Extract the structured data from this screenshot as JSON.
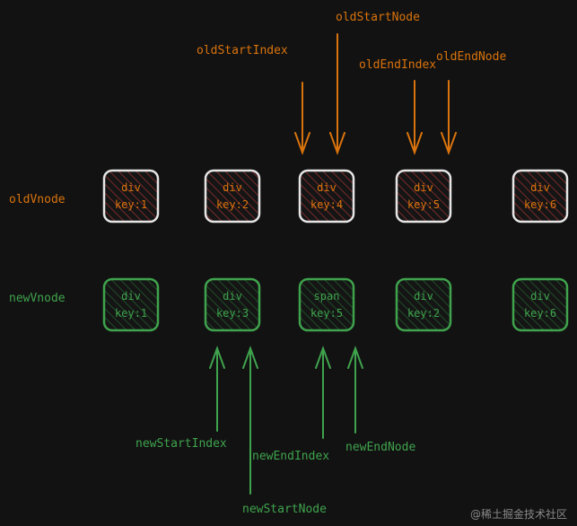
{
  "colors": {
    "background": "#121212",
    "old_accent": "#d9730d",
    "new_accent": "#3fa34d",
    "old_node_border": "#e6e6e6",
    "new_node_border": "#3fa34d",
    "old_hatch": "#7a2a2a",
    "new_hatch": "#1f4d27",
    "watermark": "#8a8a8a"
  },
  "row_labels": {
    "old": "oldVnode",
    "new": "newVnode"
  },
  "old_nodes": [
    {
      "tag": "div",
      "key": "key:1"
    },
    {
      "tag": "div",
      "key": "key:2"
    },
    {
      "tag": "div",
      "key": "key:4"
    },
    {
      "tag": "div",
      "key": "key:5"
    },
    {
      "tag": "div",
      "key": "key:6"
    }
  ],
  "new_nodes": [
    {
      "tag": "div",
      "key": "key:1"
    },
    {
      "tag": "div",
      "key": "key:3"
    },
    {
      "tag": "span",
      "key": "key:5"
    },
    {
      "tag": "div",
      "key": "key:2"
    },
    {
      "tag": "div",
      "key": "key:6"
    }
  ],
  "old_pointers": [
    {
      "label": "oldStartIndex",
      "arrow": "down-arrow-icon"
    },
    {
      "label": "oldStartNode",
      "arrow": "down-arrow-icon"
    },
    {
      "label": "oldEndIndex",
      "arrow": "down-arrow-icon"
    },
    {
      "label": "oldEndNode",
      "arrow": "down-arrow-icon"
    }
  ],
  "new_pointers": [
    {
      "label": "newStartIndex",
      "arrow": "up-arrow-icon"
    },
    {
      "label": "newStartNode",
      "arrow": "up-arrow-icon"
    },
    {
      "label": "newEndIndex",
      "arrow": "up-arrow-icon"
    },
    {
      "label": "newEndNode",
      "arrow": "up-arrow-icon"
    }
  ],
  "watermark": "@稀土掘金技术社区"
}
